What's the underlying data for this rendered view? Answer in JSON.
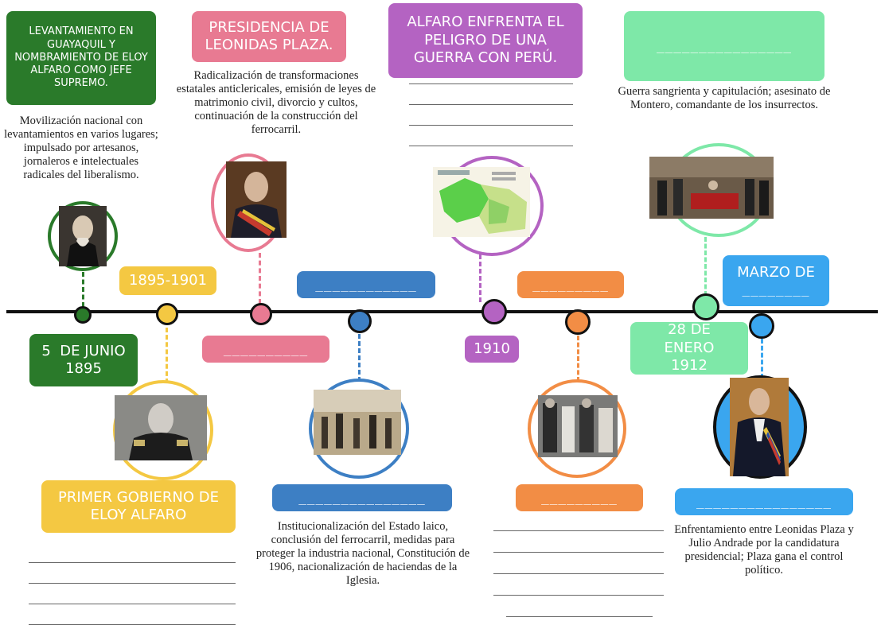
{
  "colors": {
    "green_dark": "#2a7a2a",
    "yellow": "#f4c842",
    "pink": "#e87a92",
    "blue_dark": "#3d7fc4",
    "purple": "#b463c2",
    "orange": "#f28d45",
    "mint": "#7ee8a8",
    "sky": "#3aa6ef"
  },
  "events": {
    "e1": {
      "title": "LEVANTAMIENTO EN GUAYAQUIL Y NOMBRAMIENTO DE ELOY ALFARO COMO JEFE SUPREMO.",
      "description": "Movilización nacional con levantamientos en varios lugares; impulsado por artesanos, jornaleros e intelectuales radicales del liberalismo.",
      "date": "5  DE JUNIO 1895"
    },
    "e2": {
      "date": "1895-1901",
      "title": "PRIMER GOBIERNO DE ELOY ALFARO"
    },
    "e3": {
      "title": "PRESIDENCIA DE LEONIDAS PLAZA.",
      "description": "Radicalización de transformaciones estatales anticlericales, emisión de leyes de matrimonio civil, divorcio y cultos, continuación de la construcción del ferrocarril.",
      "date": "__________"
    },
    "e4": {
      "date": "____________",
      "title": "_______________",
      "description": "Institucionalización del Estado laico, conclusión del ferrocarril, medidas para proteger la industria nacional, Constitución de 1906, nacionalización de haciendas de la Iglesia."
    },
    "e5": {
      "title": "ALFARO ENFRENTA EL PELIGRO DE UNA GUERRA CON PERÚ.",
      "date": "1910"
    },
    "e6": {
      "date": "_________",
      "title": "_________"
    },
    "e7": {
      "title": "________________",
      "description": "Guerra sangrienta y capitulación; asesinato de Montero, comandante de los insurrectos.",
      "date": "28 DE ENERO 1912"
    },
    "e8": {
      "date_line1": "MARZO DE",
      "date_line2": "________",
      "title": "________________",
      "description": "Enfrentamiento entre Leonidas Plaza y Julio Andrade por la candidatura presidencial; Plaza gana el control político."
    }
  }
}
